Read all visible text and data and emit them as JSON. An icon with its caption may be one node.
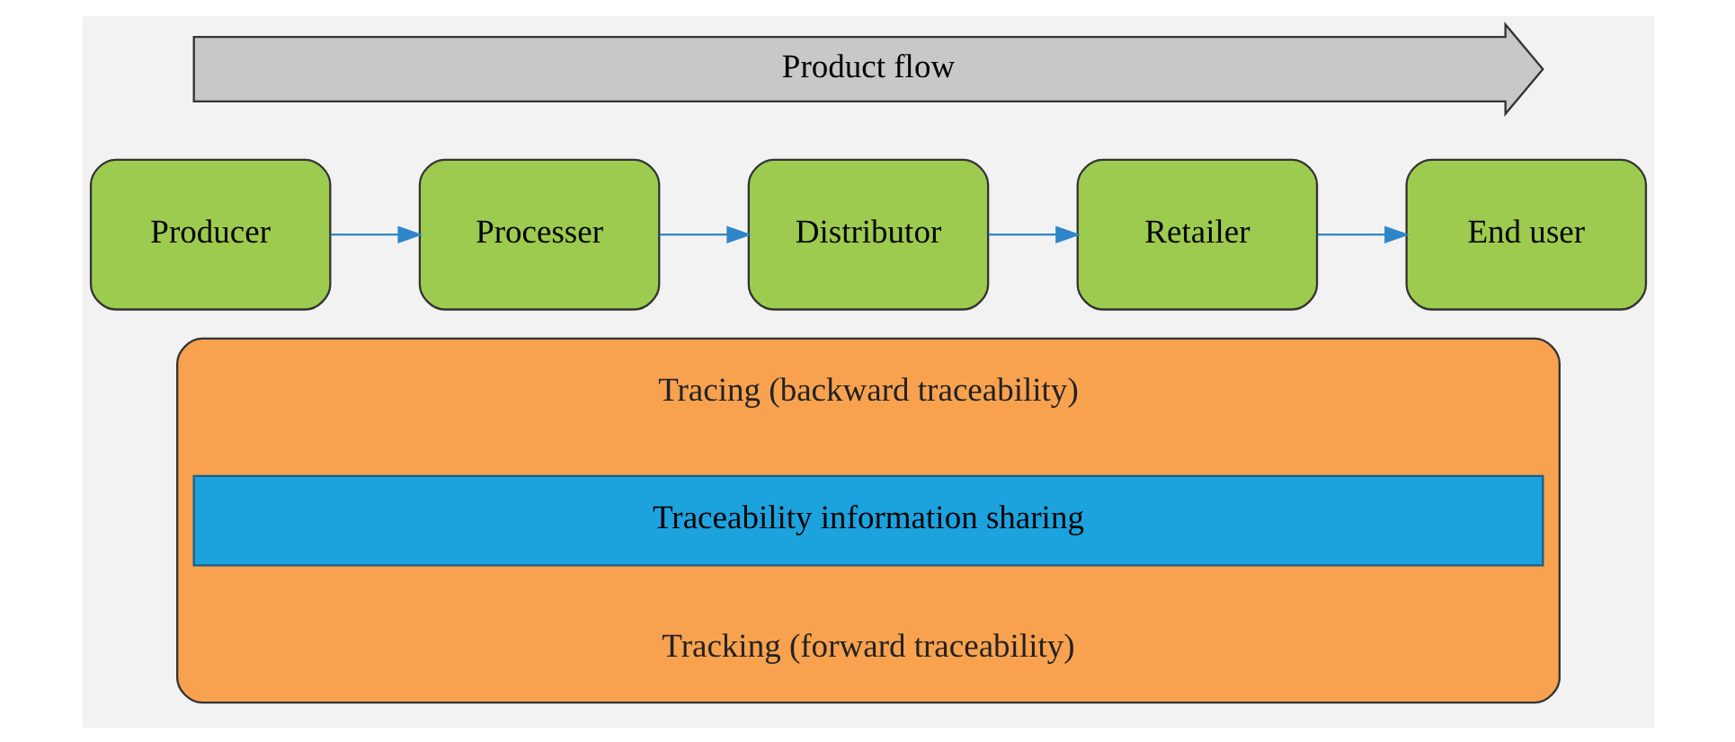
{
  "diagram": {
    "nodes": [
      {
        "text": [
          "Product flow"
        ]
      },
      {
        "text": [
          "Producer"
        ]
      },
      {
        "text": [
          "Processer"
        ]
      },
      {
        "text": [
          "Distributor"
        ]
      },
      {
        "text": [
          "Retailer"
        ]
      },
      {
        "text": [
          "End user"
        ]
      },
      {
        "text": [],
        "shape": "box"
      },
      {
        "text": [
          "Tracing (backward traceability)"
        ],
        "in": 6
      },
      {
        "text": [
          "Traceability information sharing"
        ],
        "in": 6
      },
      {
        "text": [
          "Tracking (forward traceability)"
        ],
        "in": 6
      }
    ],
    "edges": [
      {
        "from": 1,
        "to": 2,
        "arrow": "to"
      },
      {
        "from": 2,
        "to": 3,
        "arrow": "to"
      },
      {
        "from": 3,
        "to": 4,
        "arrow": "to"
      },
      {
        "from": 4,
        "to": 5,
        "arrow": "to"
      }
    ]
  }
}
